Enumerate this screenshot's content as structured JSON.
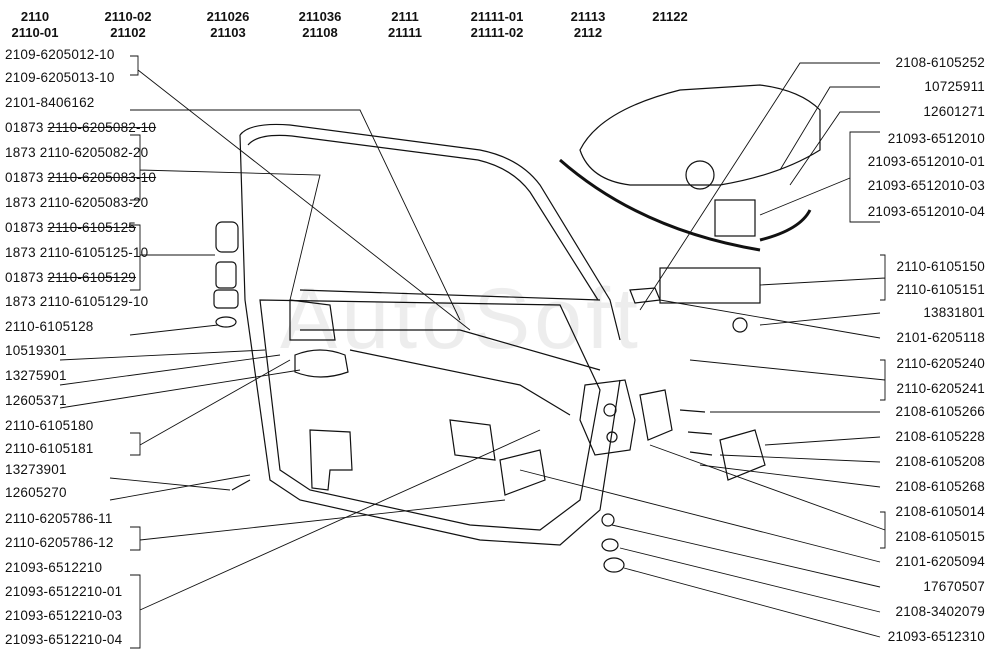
{
  "models": [
    [
      "2110",
      "2110-01"
    ],
    [
      "2110-02",
      "21102"
    ],
    [
      "211026",
      "21103"
    ],
    [
      "211036",
      "21108"
    ],
    [
      "2111",
      "21111"
    ],
    [
      "21111-01",
      "21111-02"
    ],
    [
      "21113",
      "2112"
    ],
    [
      "21122",
      ""
    ]
  ],
  "watermark": "AutoSoft",
  "left_labels": [
    {
      "text": "2109-6205012-10"
    },
    {
      "text": "2109-6205013-10"
    },
    {
      "text": "2101-8406162"
    },
    {
      "pre": "01873 ",
      "text": "2110-6205082-10",
      "strike": true
    },
    {
      "pre": "1873  ",
      "text": "2110-6205082-20"
    },
    {
      "pre": "01873 ",
      "text": "2110-6205083-10",
      "strike": true
    },
    {
      "pre": "1873  ",
      "text": "2110-6205083-20"
    },
    {
      "pre": "01873 ",
      "text": "2110-6105125",
      "strike": true
    },
    {
      "pre": "1873  ",
      "text": "2110-6105125-10"
    },
    {
      "pre": "01873 ",
      "text": "2110-6105129",
      "strike": true
    },
    {
      "pre": "1873  ",
      "text": "2110-6105129-10"
    },
    {
      "text": "2110-6105128"
    },
    {
      "text": "10519301"
    },
    {
      "text": "13275901"
    },
    {
      "text": "12605371"
    },
    {
      "text": "2110-6105180"
    },
    {
      "text": "2110-6105181"
    },
    {
      "text": "13273901"
    },
    {
      "text": "12605270"
    },
    {
      "text": "2110-6205786-11"
    },
    {
      "text": "2110-6205786-12"
    },
    {
      "text": "21093-6512210"
    },
    {
      "text": "21093-6512210-01"
    },
    {
      "text": "21093-6512210-03"
    },
    {
      "text": "21093-6512210-04"
    }
  ],
  "right_labels": [
    {
      "text": "2108-6105252"
    },
    {
      "text": "10725911"
    },
    {
      "text": "12601271"
    },
    {
      "text": "21093-6512010"
    },
    {
      "text": "21093-6512010-01"
    },
    {
      "text": "21093-6512010-03"
    },
    {
      "text": "21093-6512010-04"
    },
    {
      "text": "2110-6105150"
    },
    {
      "text": "2110-6105151"
    },
    {
      "text": "13831801"
    },
    {
      "text": "2101-6205118"
    },
    {
      "text": "2110-6205240"
    },
    {
      "text": "2110-6205241"
    },
    {
      "text": "2108-6105266"
    },
    {
      "text": "2108-6105228"
    },
    {
      "text": "2108-6105208"
    },
    {
      "text": "2108-6105268"
    },
    {
      "text": "2108-6105014"
    },
    {
      "text": "2108-6105015"
    },
    {
      "text": "2101-6205094"
    },
    {
      "text": "17670507"
    },
    {
      "text": "2108-3402079"
    },
    {
      "text": "21093-6512310"
    }
  ]
}
